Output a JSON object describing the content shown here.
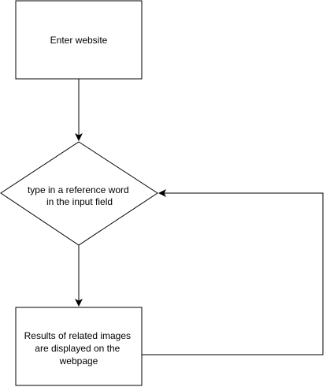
{
  "diagram": {
    "nodes": [
      {
        "id": "enter-website",
        "shape": "rectangle",
        "lines": [
          "Enter website"
        ]
      },
      {
        "id": "type-reference-word",
        "shape": "diamond",
        "lines": [
          "type in a reference word",
          "in the input field"
        ]
      },
      {
        "id": "results-displayed",
        "shape": "rectangle",
        "lines": [
          "Results of related images",
          "are displayed on the",
          "webpage"
        ]
      }
    ],
    "edges": [
      {
        "from": "enter-website",
        "to": "type-reference-word"
      },
      {
        "from": "type-reference-word",
        "to": "results-displayed"
      },
      {
        "from": "results-displayed",
        "to": "type-reference-word"
      }
    ],
    "colors": {
      "stroke": "#000000",
      "fill": "#ffffff",
      "text": "#000000"
    }
  }
}
